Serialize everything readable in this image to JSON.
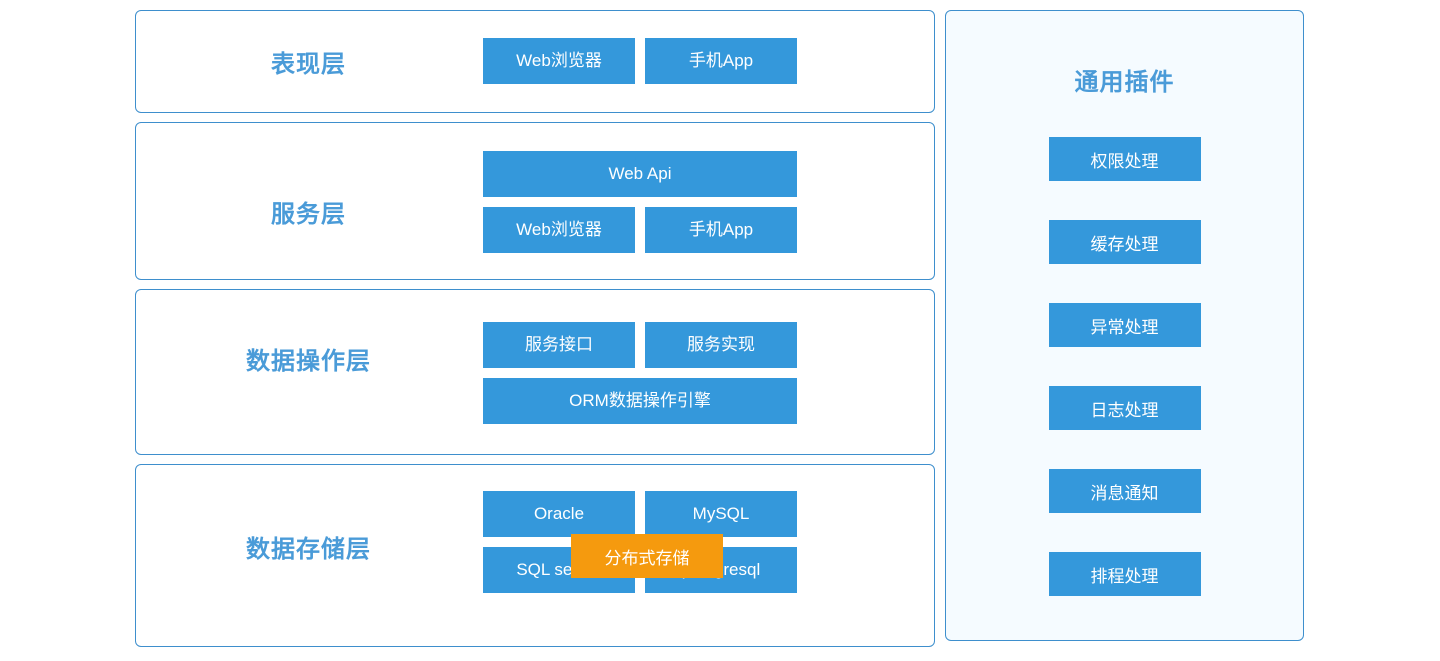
{
  "diagram": {
    "theme": {
      "chip_blue": "#3498db",
      "chip_orange": "#f59a0e",
      "border_blue": "#3e8fcd",
      "title_blue": "#4a9bd8",
      "panel_bg": "#f5fbff",
      "page_bg": "#ffffff"
    },
    "layers": [
      {
        "title": "表现层",
        "rows": [
          [
            "Web浏览器",
            "手机App"
          ]
        ]
      },
      {
        "title": "服务层",
        "rows": [
          [
            "Web Api"
          ],
          [
            "Web浏览器",
            "手机App"
          ]
        ]
      },
      {
        "title": "数据操作层",
        "rows": [
          [
            "服务接口",
            "服务实现"
          ],
          [
            "ORM数据操作引擎"
          ]
        ]
      },
      {
        "title": "数据存储层",
        "rows": [
          [
            "Oracle",
            "MySQL"
          ],
          [
            "SQL server",
            "postgresql"
          ]
        ],
        "overlay": "分布式存储"
      }
    ],
    "plugins_panel": {
      "title": "通用插件",
      "items": [
        "权限处理",
        "缓存处理",
        "异常处理",
        "日志处理",
        "消息通知",
        "排程处理"
      ]
    }
  }
}
